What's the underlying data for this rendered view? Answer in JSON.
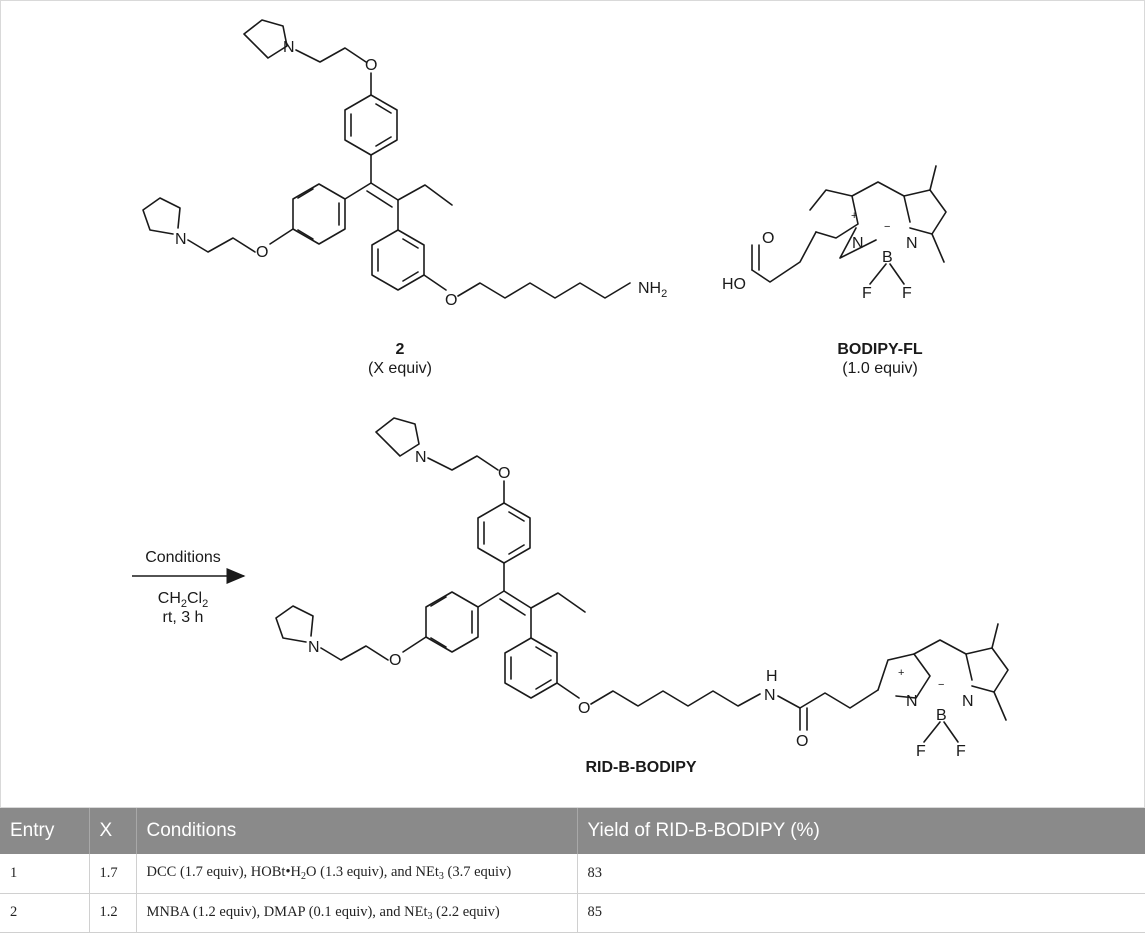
{
  "scheme": {
    "compound_2_label": "2",
    "compound_2_equiv": "(X equiv)",
    "bodipy_label": "BODIPY-FL",
    "bodipy_equiv": "(1.0 equiv)",
    "arrow_above": "Conditions",
    "solvent_main": "CH",
    "solvent_sub1": "2",
    "solvent_mid": "Cl",
    "solvent_sub2": "2",
    "arrow_below_2": "rt, 3 h",
    "product_label": "RID-B-BODIPY",
    "atoms": {
      "N": "N",
      "O": "O",
      "NH2_main": "NH",
      "NH2_sub": "2",
      "HO": "HO",
      "B": "B",
      "F": "F",
      "H": "H",
      "plus": "+",
      "minus": "−"
    }
  },
  "table": {
    "headers": [
      "Entry",
      "X",
      "Conditions",
      "Yield of RID-B-BODIPY (%)"
    ],
    "rows": [
      {
        "entry": "1",
        "x": "1.7",
        "cond_a": "DCC (1.7 equiv), HOBt•H",
        "cond_a_sub": "2",
        "cond_b": "O (1.3 equiv), and NEt",
        "cond_b_sub": "3",
        "cond_c": " (3.7 equiv)",
        "yield": "83"
      },
      {
        "entry": "2",
        "x": "1.2",
        "cond_a": "MNBA (1.2 equiv), DMAP (0.1 equiv), and NEt",
        "cond_a_sub": "3",
        "cond_b": " (2.2 equiv)",
        "yield": "85"
      }
    ]
  }
}
